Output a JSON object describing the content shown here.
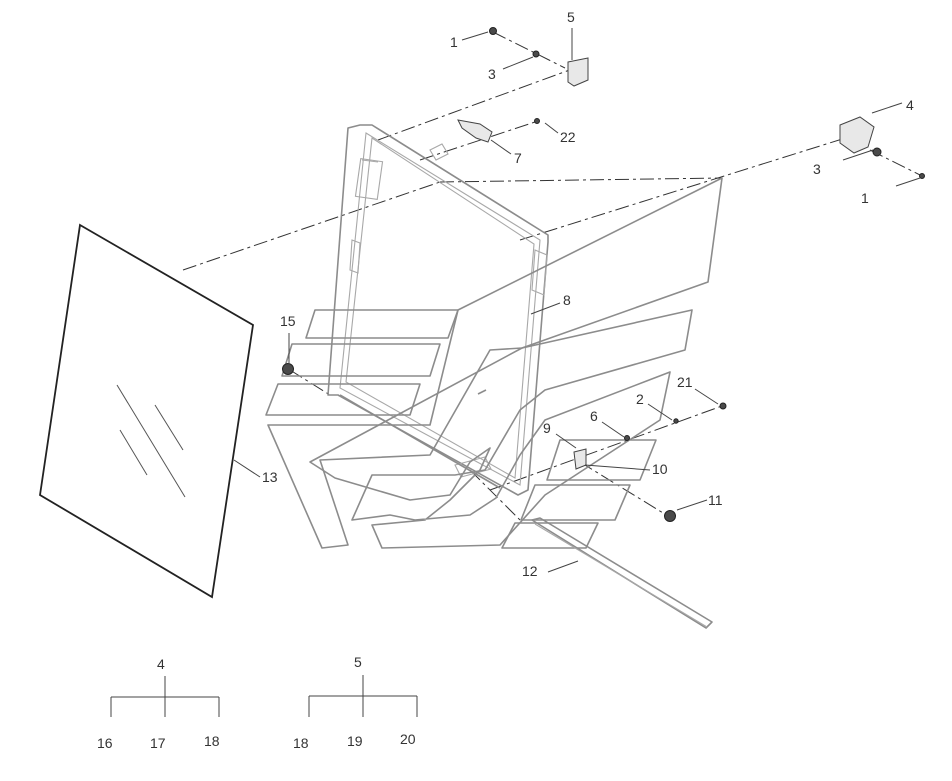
{
  "callouts": [
    {
      "id": "c1a",
      "text": "1"
    },
    {
      "id": "c5a",
      "text": "5"
    },
    {
      "id": "c3a",
      "text": "3"
    },
    {
      "id": "c22",
      "text": "22"
    },
    {
      "id": "c7",
      "text": "7"
    },
    {
      "id": "c4a",
      "text": "4"
    },
    {
      "id": "c3b",
      "text": "3"
    },
    {
      "id": "c1b",
      "text": "1"
    },
    {
      "id": "c8",
      "text": "8"
    },
    {
      "id": "c15",
      "text": "15"
    },
    {
      "id": "c21",
      "text": "21"
    },
    {
      "id": "c2",
      "text": "2"
    },
    {
      "id": "c6",
      "text": "6"
    },
    {
      "id": "c9",
      "text": "9"
    },
    {
      "id": "c10",
      "text": "10"
    },
    {
      "id": "c11",
      "text": "11"
    },
    {
      "id": "c13",
      "text": "13"
    },
    {
      "id": "c12",
      "text": "12"
    }
  ],
  "subassemblies": [
    {
      "parent": "4",
      "children": [
        "16",
        "17",
        "18"
      ]
    },
    {
      "parent": "5",
      "children": [
        "18",
        "19",
        "20"
      ]
    }
  ],
  "colors": {
    "line": "#8c8c8c",
    "text": "#333333",
    "hardware": "#4a4a4a"
  }
}
